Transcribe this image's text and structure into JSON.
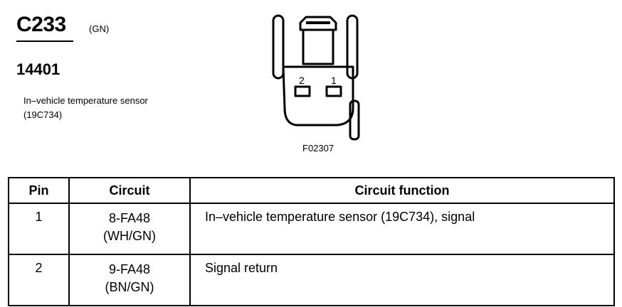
{
  "connector": {
    "id": "C233",
    "color": "(GN)",
    "part_number": "14401",
    "component_line1": "In–vehicle temperature sensor",
    "component_line2": "(19C734)"
  },
  "diagram": {
    "pin_labels": [
      "2",
      "1"
    ],
    "figure_id": "F02307"
  },
  "table": {
    "headers": [
      "Pin",
      "Circuit",
      "Circuit function"
    ],
    "rows": [
      {
        "pin": "1",
        "circuit": "8-FA48",
        "circuit_color": "(WH/GN)",
        "function": "In–vehicle temperature sensor (19C734), signal"
      },
      {
        "pin": "2",
        "circuit": "9-FA48",
        "circuit_color": "(BN/GN)",
        "function": "Signal return"
      }
    ]
  }
}
